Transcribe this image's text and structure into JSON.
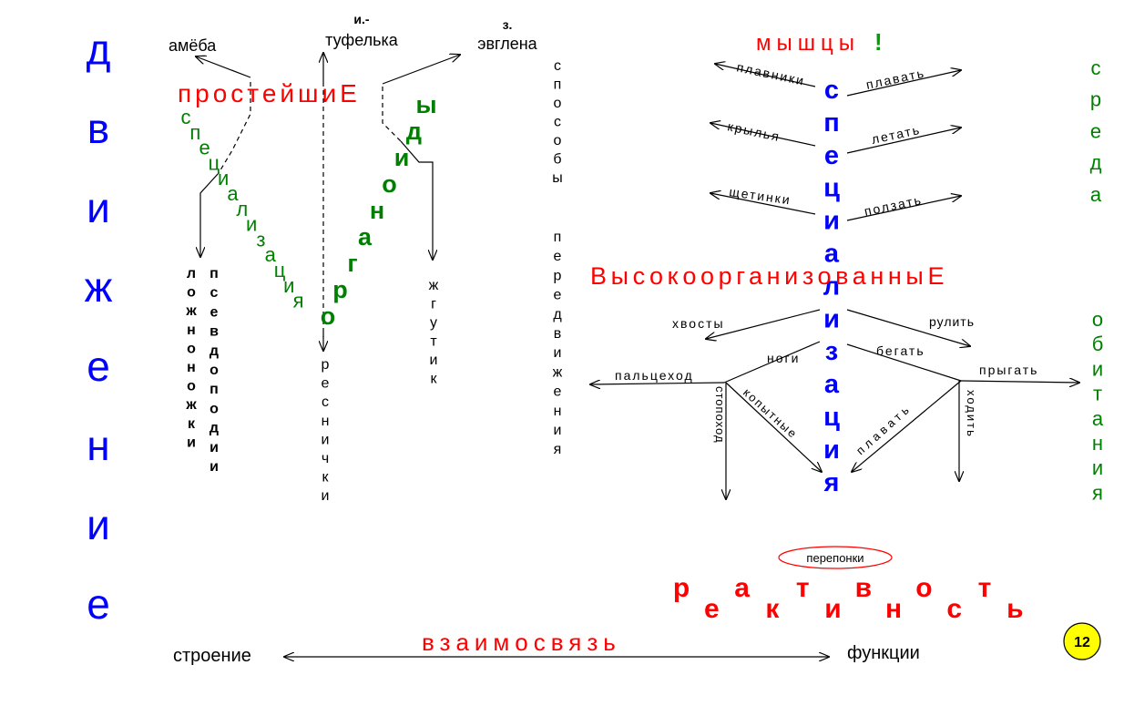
{
  "left_column": {
    "word": "движение"
  },
  "protozoa": {
    "title": "простейшиЕ",
    "specialization": "специализация",
    "organoids": "органоиды",
    "amoeba": "амёба",
    "paramecium_prefix": "и.-",
    "paramecium": "туфелька",
    "euglena_prefix": "з.",
    "euglena": "эвглена",
    "pseudopodia_1": "ложноножки",
    "pseudopodia_2": "псевдоподии",
    "cilia": "реснички",
    "flagellum": "жгутик",
    "methods_1": "способы",
    "methods_2": "передвижения"
  },
  "animals": {
    "muscles": "мышцы",
    "muscles_mark": "!",
    "specialization": "специализация",
    "highly_organized": "ВысокоорганизованныЕ",
    "environment": "среда",
    "habitat": "обитания",
    "fins": "плавники",
    "swim": "плавать",
    "wings": "крылья",
    "fly": "летать",
    "bristles": "щетинки",
    "crawl": "ползать",
    "tails": "хвосты",
    "steer": "рулить",
    "legs": "ноги",
    "run": "бегать",
    "digitigrade": "пальцеход",
    "jump": "прыгать",
    "plantigrade": "стопоход",
    "hoofed": "копытные",
    "swim2": "плавать",
    "walk": "ходить",
    "webbing": "перепонки",
    "reactivity": "реактивность"
  },
  "bottom": {
    "structure": "строение",
    "relation": "взаимосвязь",
    "functions": "функции",
    "page_number": "12"
  }
}
